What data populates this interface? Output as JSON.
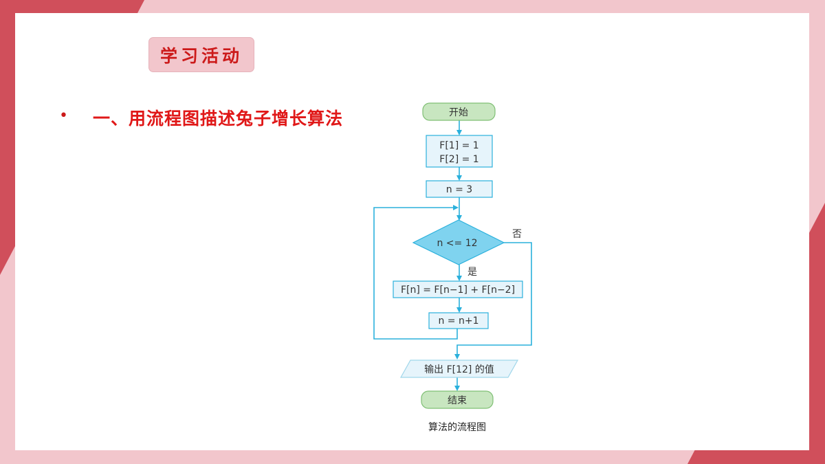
{
  "section_badge": "学习活动",
  "bullet_marker": "•",
  "heading": "一、用流程图描述兔子增长算法",
  "flowchart": {
    "start": "开始",
    "init_line1": "F[1] = 1",
    "init_line2": "F[2] = 1",
    "set_n": "n = 3",
    "condition": "n <= 12",
    "no_label": "否",
    "yes_label": "是",
    "compute": "F[n] = F[n−1] + F[n−2]",
    "increment": "n = n+1",
    "output": "输出 F[12] 的值",
    "end": "结束",
    "caption": "算法的流程图"
  },
  "colors": {
    "accent_red": "#d04f5b",
    "text_red": "#e01818",
    "terminal_fill": "#c8e6c0",
    "process_fill": "#e6f4fb",
    "decision_fill": "#7fd3ef",
    "line_color": "#2ab0dc"
  }
}
